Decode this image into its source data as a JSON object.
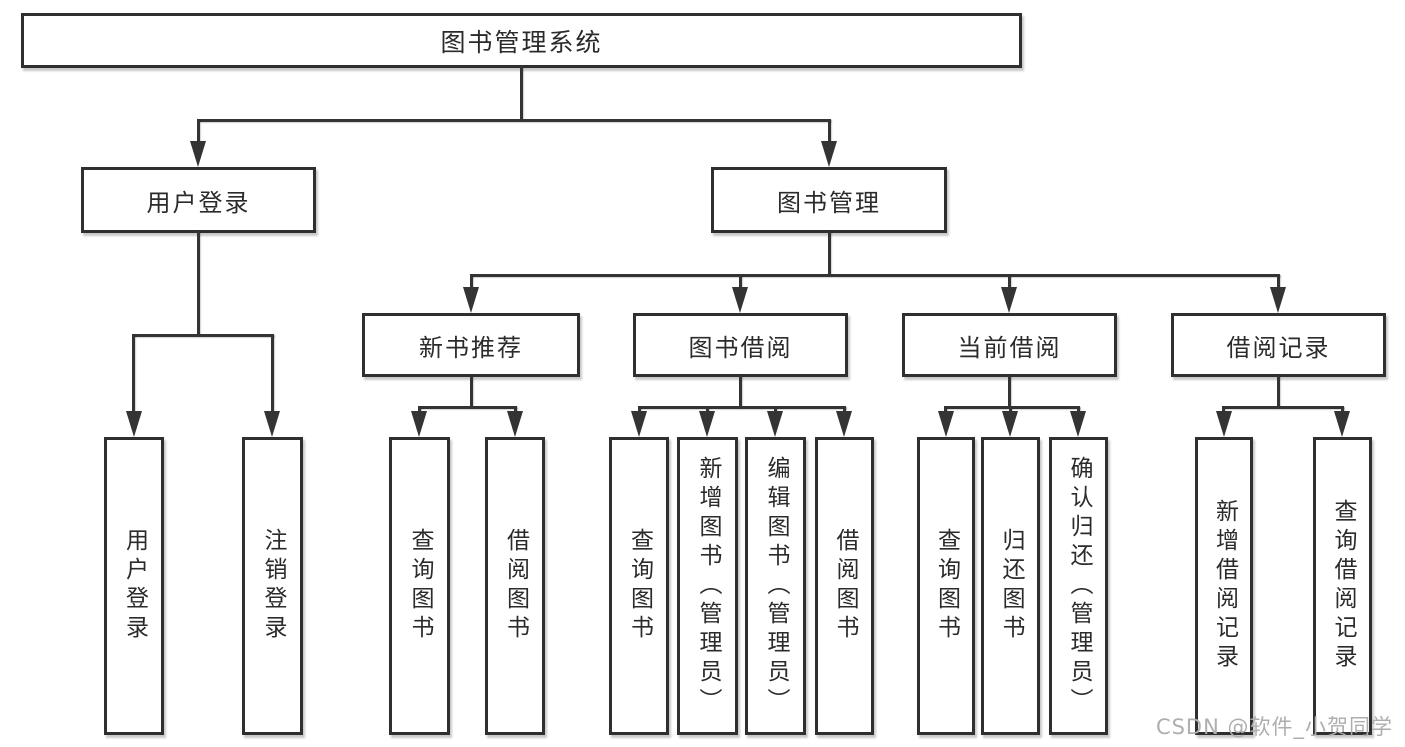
{
  "root": {
    "label": "图书管理系统"
  },
  "branches": [
    {
      "label": "用户登录",
      "leaves": [
        "用户登录",
        "注销登录"
      ]
    },
    {
      "label": "图书管理",
      "groups": [
        {
          "label": "新书推荐",
          "leaves": [
            "查询图书",
            "借阅图书"
          ]
        },
        {
          "label": "图书借阅",
          "leaves": [
            "查询图书",
            "新增图书（管理员）",
            "编辑图书（管理员）",
            "借阅图书"
          ]
        },
        {
          "label": "当前借阅",
          "leaves": [
            "查询图书",
            "归还图书",
            "确认归还（管理员）"
          ]
        },
        {
          "label": "借阅记录",
          "leaves": [
            "新增借阅记录",
            "查询借阅记录"
          ]
        }
      ]
    }
  ],
  "watermark": "CSDN @软件_小贺同学",
  "colors": {
    "line": "#343434",
    "border": "#2f2f2f",
    "text": "#2b2b2b",
    "watermark": "#aeaeae",
    "background": "#ffffff"
  }
}
